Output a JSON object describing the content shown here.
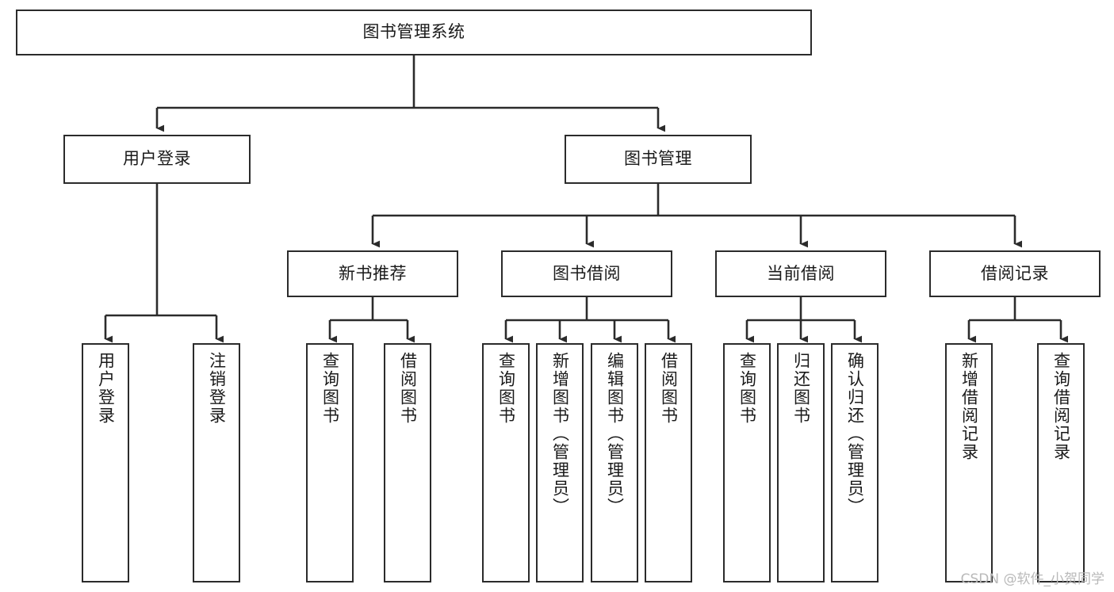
{
  "diagram": {
    "type": "tree-hierarchy",
    "title": "图书管理系统",
    "watermark": "CSDN @软件_小贺同学",
    "colors": {
      "box_border": "#2b2b2b",
      "box_fill": "#ffffff",
      "edge": "#2b2b2b",
      "text": "#1a1a1a",
      "watermark": "#b9b9b9",
      "background": "#ffffff"
    },
    "nodes": {
      "root": {
        "label": "图书管理系统",
        "level": 0,
        "orientation": "horizontal"
      },
      "user_login": {
        "label": "用户登录",
        "level": 1,
        "orientation": "horizontal"
      },
      "book_manage": {
        "label": "图书管理",
        "level": 1,
        "orientation": "horizontal"
      },
      "new_book_rec": {
        "label": "新书推荐",
        "level": 2,
        "orientation": "horizontal"
      },
      "book_borrow": {
        "label": "图书借阅",
        "level": 2,
        "orientation": "horizontal"
      },
      "current_borrow": {
        "label": "当前借阅",
        "level": 2,
        "orientation": "horizontal"
      },
      "borrow_record": {
        "label": "借阅记录",
        "level": 2,
        "orientation": "horizontal"
      },
      "leaf_user_login": {
        "label": "用户登录",
        "level": 3,
        "orientation": "vertical"
      },
      "leaf_logout": {
        "label": "注销登录",
        "level": 3,
        "orientation": "vertical"
      },
      "leaf_query_book_1": {
        "label": "查询图书",
        "level": 3,
        "orientation": "vertical"
      },
      "leaf_borrow_book_1": {
        "label": "借阅图书",
        "level": 3,
        "orientation": "vertical"
      },
      "leaf_query_book_2": {
        "label": "查询图书",
        "level": 3,
        "orientation": "vertical"
      },
      "leaf_add_book": {
        "label": "新增图书（管理员）",
        "level": 3,
        "orientation": "vertical"
      },
      "leaf_edit_book": {
        "label": "编辑图书（管理员）",
        "level": 3,
        "orientation": "vertical"
      },
      "leaf_borrow_book_2": {
        "label": "借阅图书",
        "level": 3,
        "orientation": "vertical"
      },
      "leaf_query_book_3": {
        "label": "查询图书",
        "level": 3,
        "orientation": "vertical"
      },
      "leaf_return_book": {
        "label": "归还图书",
        "level": 3,
        "orientation": "vertical"
      },
      "leaf_confirm_return": {
        "label": "确认归还（管理员）",
        "level": 3,
        "orientation": "vertical"
      },
      "leaf_add_record": {
        "label": "新增借阅记录",
        "level": 3,
        "orientation": "vertical"
      },
      "leaf_query_record": {
        "label": "查询借阅记录",
        "level": 3,
        "orientation": "vertical"
      }
    },
    "edges": [
      {
        "from": "root",
        "to": "user_login"
      },
      {
        "from": "root",
        "to": "book_manage"
      },
      {
        "from": "user_login",
        "to": "leaf_user_login"
      },
      {
        "from": "user_login",
        "to": "leaf_logout"
      },
      {
        "from": "book_manage",
        "to": "new_book_rec"
      },
      {
        "from": "book_manage",
        "to": "book_borrow"
      },
      {
        "from": "book_manage",
        "to": "current_borrow"
      },
      {
        "from": "book_manage",
        "to": "borrow_record"
      },
      {
        "from": "new_book_rec",
        "to": "leaf_query_book_1"
      },
      {
        "from": "new_book_rec",
        "to": "leaf_borrow_book_1"
      },
      {
        "from": "book_borrow",
        "to": "leaf_query_book_2"
      },
      {
        "from": "book_borrow",
        "to": "leaf_add_book"
      },
      {
        "from": "book_borrow",
        "to": "leaf_edit_book"
      },
      {
        "from": "book_borrow",
        "to": "leaf_borrow_book_2"
      },
      {
        "from": "current_borrow",
        "to": "leaf_query_book_3"
      },
      {
        "from": "current_borrow",
        "to": "leaf_return_book"
      },
      {
        "from": "current_borrow",
        "to": "leaf_confirm_return"
      },
      {
        "from": "borrow_record",
        "to": "leaf_add_record"
      },
      {
        "from": "borrow_record",
        "to": "leaf_query_record"
      }
    ]
  }
}
